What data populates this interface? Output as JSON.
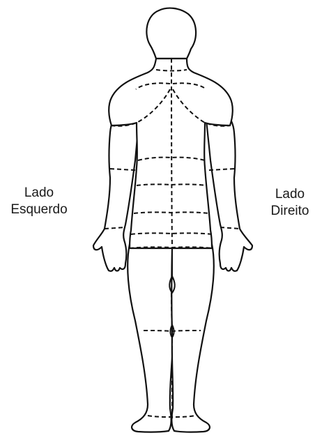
{
  "labels": {
    "left_side": [
      "Lado",
      "Esquerdo"
    ],
    "right_side": [
      "Lado",
      "Direito"
    ]
  },
  "figure": {
    "subject": "human-body-back-view",
    "line_color": "#111111",
    "background": "#ffffff"
  }
}
